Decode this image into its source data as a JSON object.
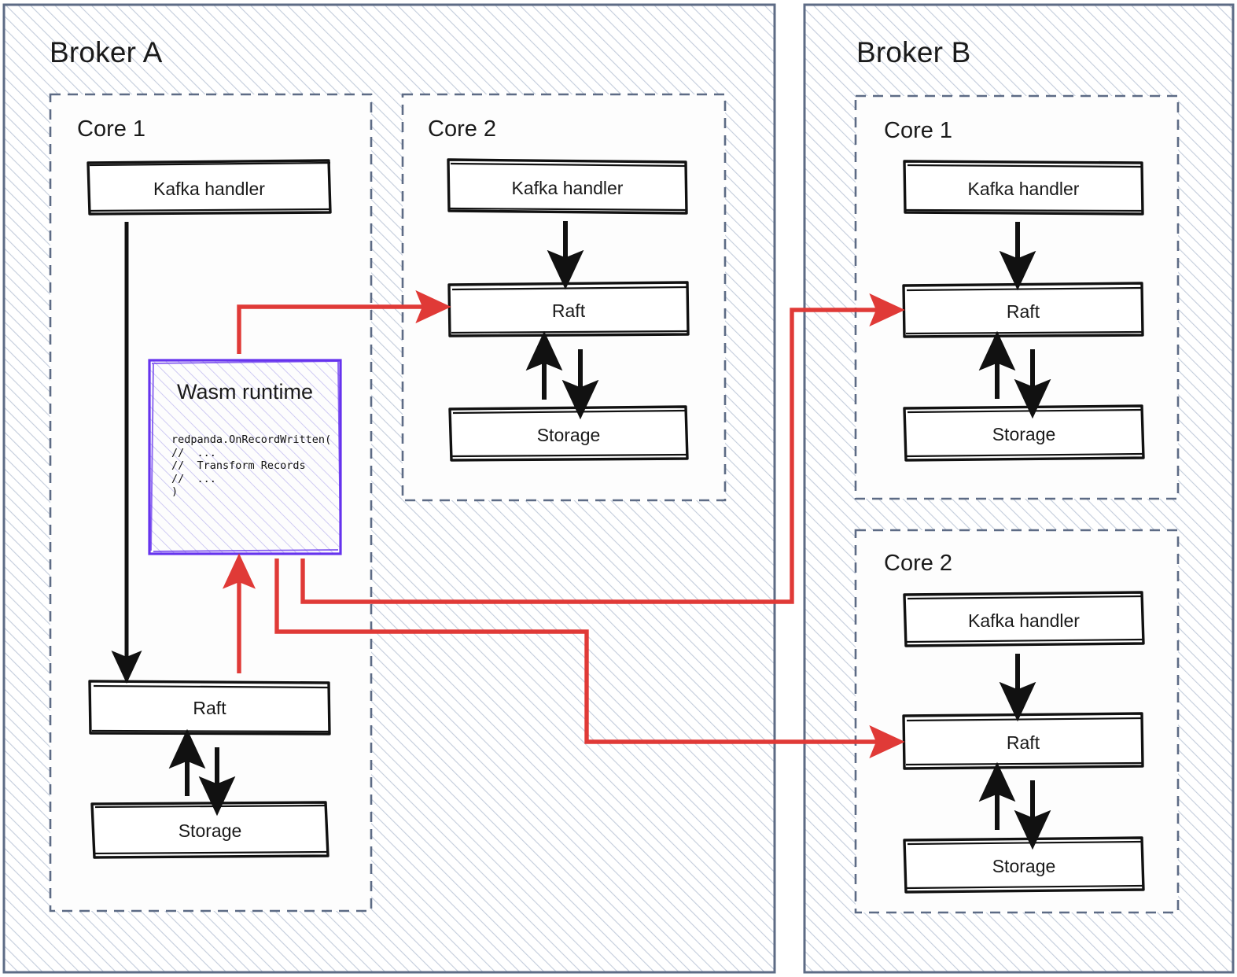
{
  "diagram": {
    "title": "Redpanda Wasm data transform across brokers and cores",
    "colors": {
      "broker_border": "#5d6b85",
      "core_border": "#5d6b85",
      "hatch": "#c3ccdb",
      "box_stroke": "#111111",
      "arrow_black": "#111111",
      "arrow_red": "#e03a37",
      "wasm_border": "#6633ee",
      "wasm_hatch": "#b9a8f5",
      "background": "#ffffff"
    }
  },
  "brokers": [
    {
      "name": "broker-a",
      "title": "Broker A",
      "cores": [
        {
          "name": "core-1",
          "title": "Core 1",
          "boxes": [
            {
              "name": "kafka-handler",
              "label": "Kafka handler"
            },
            {
              "name": "wasm-runtime",
              "label": "Wasm runtime"
            },
            {
              "name": "raft",
              "label": "Raft"
            },
            {
              "name": "storage",
              "label": "Storage"
            }
          ],
          "wasm_code": [
            "redpanda.OnRecordWritten(",
            "//  ...",
            "//  Transform Records",
            "//  ...",
            ")"
          ]
        },
        {
          "name": "core-2",
          "title": "Core 2",
          "boxes": [
            {
              "name": "kafka-handler",
              "label": "Kafka handler"
            },
            {
              "name": "raft",
              "label": "Raft"
            },
            {
              "name": "storage",
              "label": "Storage"
            }
          ]
        }
      ]
    },
    {
      "name": "broker-b",
      "title": "Broker B",
      "cores": [
        {
          "name": "core-1",
          "title": "Core 1",
          "boxes": [
            {
              "name": "kafka-handler",
              "label": "Kafka handler"
            },
            {
              "name": "raft",
              "label": "Raft"
            },
            {
              "name": "storage",
              "label": "Storage"
            }
          ]
        },
        {
          "name": "core-2",
          "title": "Core 2",
          "boxes": [
            {
              "name": "kafka-handler",
              "label": "Kafka handler"
            },
            {
              "name": "raft",
              "label": "Raft"
            },
            {
              "name": "storage",
              "label": "Storage"
            }
          ]
        }
      ]
    }
  ],
  "labels": {
    "broker_a": "Broker A",
    "broker_b": "Broker B",
    "a_core1_title": "Core 1",
    "a_core2_title": "Core 2",
    "b_core1_title": "Core 1",
    "b_core2_title": "Core 2",
    "a_c1_kafka": "Kafka handler",
    "a_c1_wasm": "Wasm runtime",
    "a_c1_raft": "Raft",
    "a_c1_storage": "Storage",
    "a_c2_kafka": "Kafka handler",
    "a_c2_raft": "Raft",
    "a_c2_storage": "Storage",
    "b_c1_kafka": "Kafka handler",
    "b_c1_raft": "Raft",
    "b_c1_storage": "Storage",
    "b_c2_kafka": "Kafka handler",
    "b_c2_raft": "Raft",
    "b_c2_storage": "Storage",
    "wasm_code": "redpanda.OnRecordWritten(\n//  ...\n//  Transform Records\n//  ...\n)"
  }
}
